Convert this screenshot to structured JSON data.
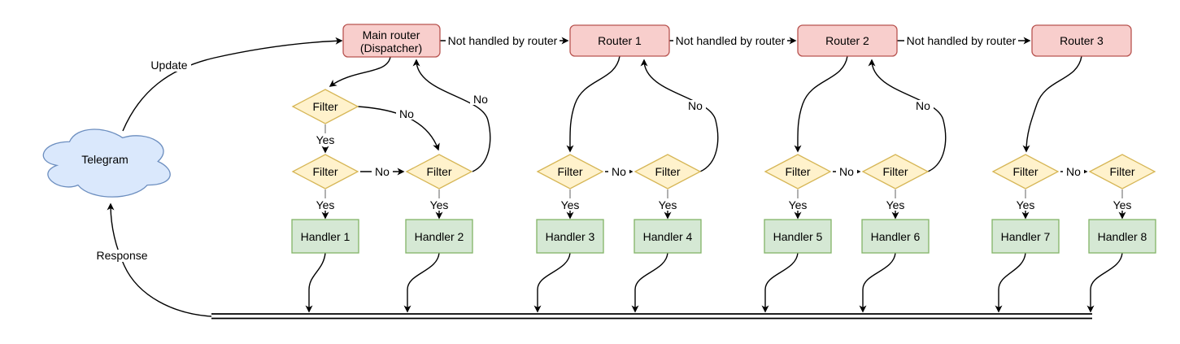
{
  "labels": {
    "update": "Update",
    "response": "Response",
    "not_handled": "Not handled by router",
    "yes": "Yes",
    "no": "No",
    "filter": "Filter"
  },
  "nodes": {
    "cloud": "Telegram",
    "dispatcher": {
      "line1": "Main router",
      "line2": "(Dispatcher)"
    },
    "routers": [
      "Router 1",
      "Router 2",
      "Router 3"
    ],
    "handlers": [
      "Handler 1",
      "Handler 2",
      "Handler 3",
      "Handler 4",
      "Handler 5",
      "Handler 6",
      "Handler 7",
      "Handler 8"
    ]
  },
  "colors": {
    "canvas_bg": "#ffffff",
    "router_fill": "#f8cecc",
    "router_stroke": "#b85450",
    "filter_fill": "#fff2cc",
    "filter_stroke": "#d6b656",
    "handler_fill": "#d5e8d4",
    "handler_stroke": "#82b366",
    "cloud_fill": "#dae8fc",
    "cloud_stroke": "#6c8ebf",
    "edge_color": "#000000",
    "stub_color": "#8f8f8f"
  }
}
